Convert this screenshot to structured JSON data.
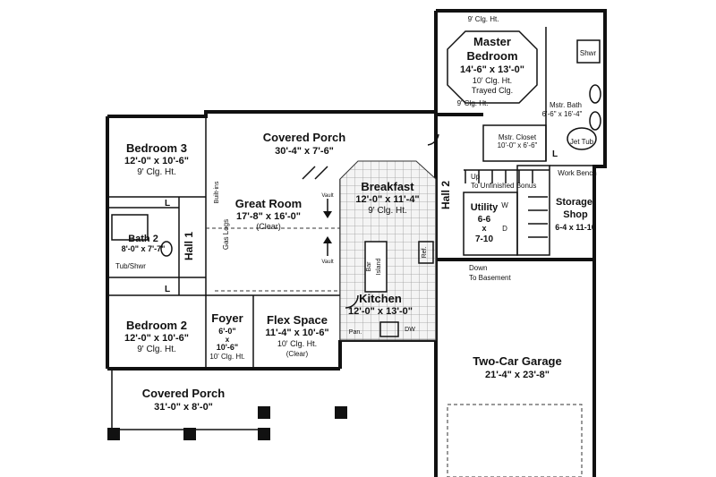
{
  "rooms": {
    "master": {
      "name_1": "Master",
      "name_2": "Bedroom",
      "dims": "14'-6\" x 13'-0\"",
      "clg": "10' Clg. Ht.",
      "extra": "Trayed Clg."
    },
    "master_clg_top": "9' Clg. Ht.",
    "master_clg_bottom": "9' Clg. Ht.",
    "shower": "Shwr",
    "mstr_bath": {
      "name": "Mstr. Bath",
      "dims": "6'-6\" x 16'-4\""
    },
    "mstr_closet": {
      "name": "Mstr. Closet",
      "dims": "10'-0\" x 6'-6\""
    },
    "jet_tub": "Jet Tub",
    "bedroom3": {
      "name": "Bedroom 3",
      "dims": "12'-0\" x 10'-6\"",
      "clg": "9' Clg. Ht."
    },
    "covered_porch_rear": {
      "name": "Covered Porch",
      "dims": "30'-4\" x 7'-6\""
    },
    "breakfast": {
      "name": "Breakfast",
      "dims": "12'-0\" x 11'-4\"",
      "clg": "9' Clg. Ht."
    },
    "hall2": "Hall 2",
    "up_bonus": {
      "line1": "Up",
      "line2": "To Unfinished Bonus"
    },
    "work_bench": "Work Bench",
    "storage": {
      "name_1": "Storage/",
      "name_2": "Shop",
      "dims": "6-4 x 11-10"
    },
    "utility": {
      "name": "Utility",
      "d1": "6-6",
      "x": "x",
      "d2": "7-10",
      "w": "W",
      "d": "D"
    },
    "great_room": {
      "name": "Great Room",
      "dims": "17'-8\" x 16'-0\"",
      "clg": "(Clear)",
      "built_ins": "Built-ins",
      "gas_logs": "Gas Logs",
      "vault_1": "Vault",
      "vault_2": "Vault"
    },
    "bath2": {
      "name": "Bath 2",
      "dims": "8'-0\" x 7'-7\"",
      "tub": "Tub/Shwr"
    },
    "hall1": "Hall 1",
    "closet_l": "L",
    "kitchen": {
      "name": "Kitchen",
      "dims": "12'-0\" x 13'-0\"",
      "bar": "Bar",
      "island": "Island",
      "ref": "Ref.",
      "pan": "Pan.",
      "dw": "DW"
    },
    "down_basement": {
      "line1": "Down",
      "line2": "To Basement"
    },
    "bedroom2": {
      "name": "Bedroom 2",
      "dims": "12'-0\" x 10'-6\"",
      "clg": "9' Clg. Ht."
    },
    "foyer": {
      "name": "Foyer",
      "d1": "6'-0\"",
      "x": "x",
      "d2": "10'-6\"",
      "clg": "10' Clg. Ht."
    },
    "flex": {
      "name": "Flex Space",
      "dims": "11'-4\" x 10'-6\"",
      "clg": "10' Clg. Ht.",
      "clear": "(Clear)"
    },
    "garage": {
      "name": "Two-Car Garage",
      "dims": "21'-4\" x 23'-8\""
    },
    "covered_porch_front": {
      "name": "Covered Porch",
      "dims": "31'-0\" x 8'-0\""
    }
  },
  "icons": {
    "stairs": "stairs-icon",
    "door": "door-swing-icon",
    "fixture": "plumbing-fixture-icon"
  }
}
